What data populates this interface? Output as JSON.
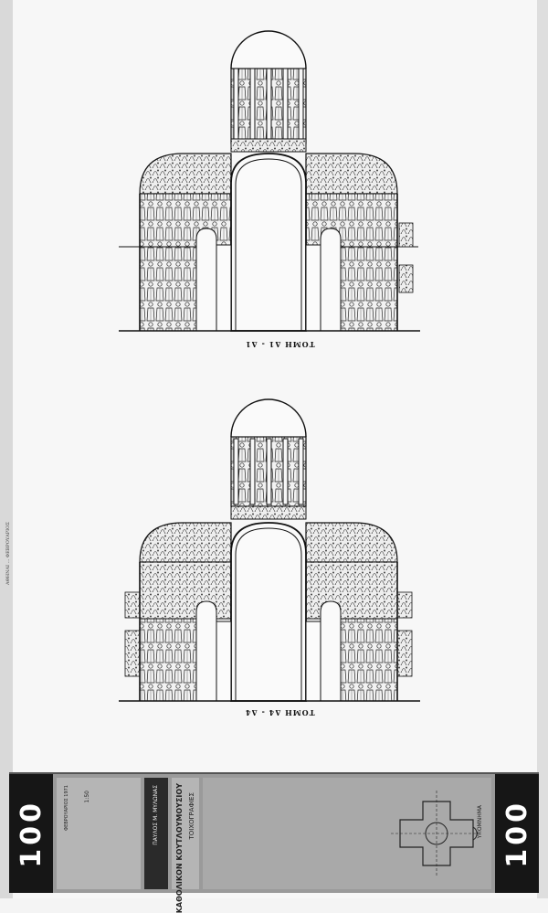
{
  "drawing": {
    "caption_upper": "ΤΟΜΗ Δ1 - Δ1",
    "caption_lower": "ΤΟΜΗ Δ4 - Δ4",
    "side_note": "ΑΘΗΝΑΙ ... ΦΕΒΡΟΥΑΡΙΟΣ"
  },
  "title_block": {
    "sheet_number": "100",
    "scale": "1:50",
    "date": "ΦΕΒΡΟΥΑΡΙΟΣ 1971",
    "authors": "ΠΑΥΛΟΣ Μ. ΜΥΛΩΝΑΣ",
    "title_main": "ΚΑΘΟΛΙΚΟΝ ΚΟΥΤΛΟΥΜΟΥΣΙΟΥ",
    "title_sub": "ΤΟΙΧΟΓΡΑΦΙΕΣ",
    "plan_label": "ΥΠΟΜΝΗΜΑ"
  }
}
